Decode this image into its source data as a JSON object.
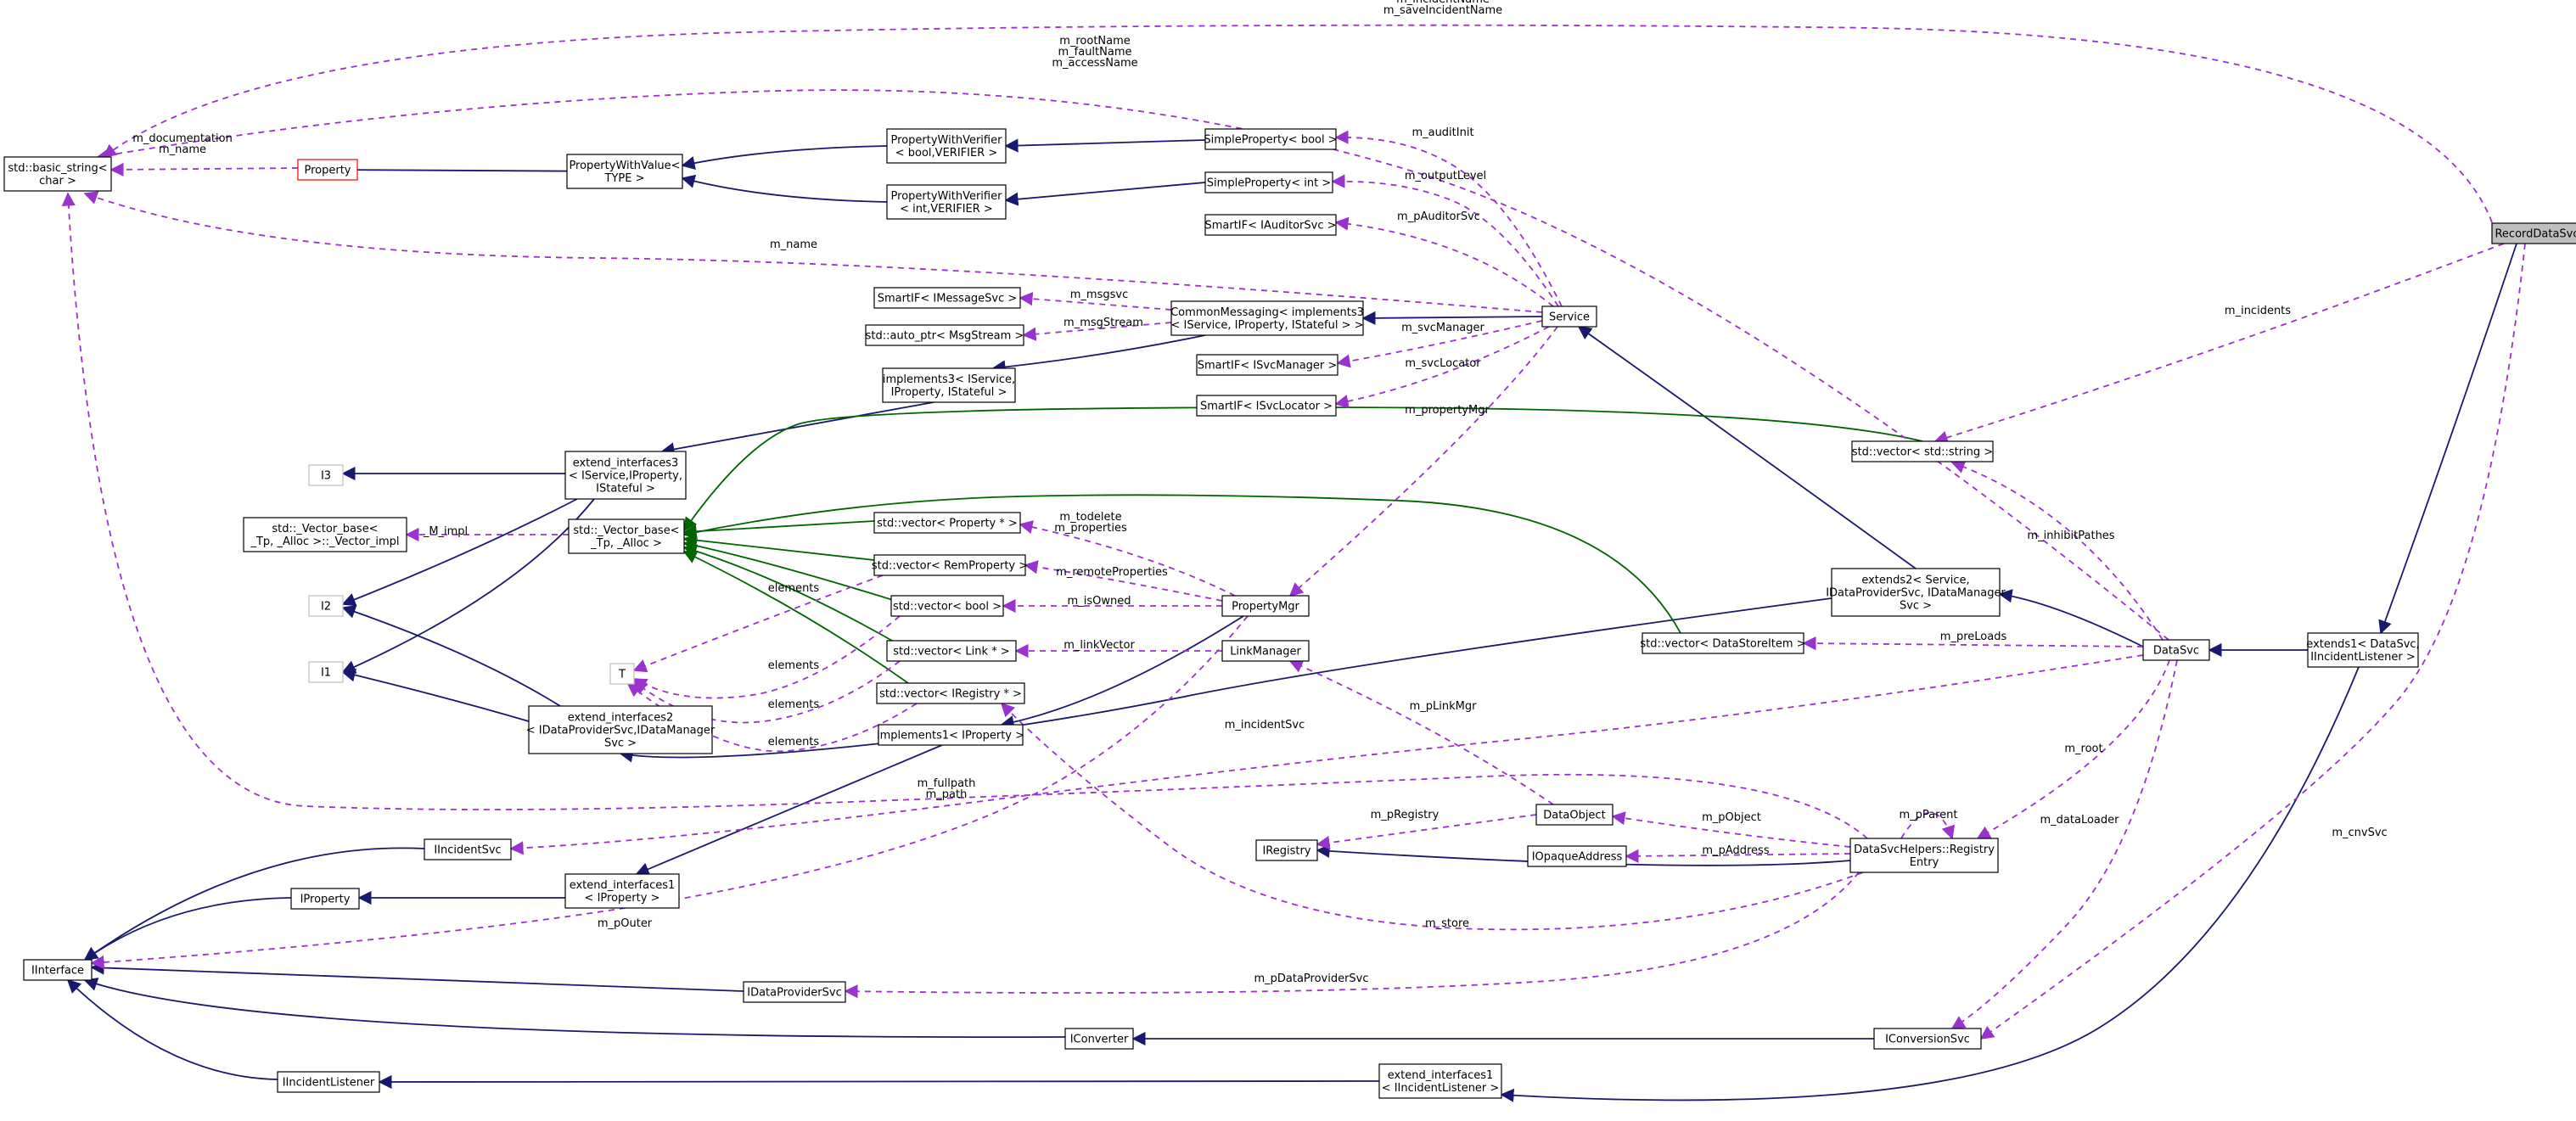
{
  "nodes": [
    {
      "id": "RecordDataSvc",
      "lines": [
        "RecordDataSvc"
      ],
      "style": "focus"
    },
    {
      "id": "basic_string",
      "lines": [
        "std::basic_string<",
        "char >"
      ]
    },
    {
      "id": "Property",
      "lines": [
        "Property"
      ],
      "style": "red"
    },
    {
      "id": "PropertyWithValue",
      "lines": [
        "PropertyWithValue<",
        "TYPE >"
      ]
    },
    {
      "id": "PWV_bool",
      "lines": [
        "PropertyWithVerifier",
        "< bool,VERIFIER >"
      ]
    },
    {
      "id": "PWV_int",
      "lines": [
        "PropertyWithVerifier",
        "< int,VERIFIER >"
      ]
    },
    {
      "id": "SP_bool",
      "lines": [
        "SimpleProperty< bool >"
      ]
    },
    {
      "id": "SP_int",
      "lines": [
        "SimpleProperty< int >"
      ]
    },
    {
      "id": "SIF_Auditor",
      "lines": [
        "SmartIF< IAuditorSvc >"
      ]
    },
    {
      "id": "SIF_Message",
      "lines": [
        "SmartIF< IMessageSvc >"
      ]
    },
    {
      "id": "auto_ptr",
      "lines": [
        "std::auto_ptr< MsgStream >"
      ]
    },
    {
      "id": "CommonMessaging",
      "lines": [
        "CommonMessaging< implements3",
        "< IService, IProperty, IStateful > >"
      ]
    },
    {
      "id": "Service",
      "lines": [
        "Service"
      ]
    },
    {
      "id": "SIF_SvcManager",
      "lines": [
        "SmartIF< ISvcManager >"
      ]
    },
    {
      "id": "SIF_SvcLocator",
      "lines": [
        "SmartIF< ISvcLocator >"
      ]
    },
    {
      "id": "implements3",
      "lines": [
        "implements3< IService,",
        "IProperty, IStateful >"
      ]
    },
    {
      "id": "I3",
      "lines": [
        "I3"
      ],
      "style": "grey"
    },
    {
      "id": "extend_interfaces3",
      "lines": [
        "extend_interfaces3",
        "< IService,IProperty,",
        "IStateful >"
      ]
    },
    {
      "id": "vector_string",
      "lines": [
        "std::vector< std::string >"
      ]
    },
    {
      "id": "Vector_impl",
      "lines": [
        "std::_Vector_base<",
        "_Tp, _Alloc >::_Vector_impl"
      ]
    },
    {
      "id": "Vector_base",
      "lines": [
        "std::_Vector_base<",
        "_Tp, _Alloc >"
      ]
    },
    {
      "id": "vec_Property",
      "lines": [
        "std::vector< Property * >"
      ]
    },
    {
      "id": "vec_RemProperty",
      "lines": [
        "std::vector< RemProperty >"
      ]
    },
    {
      "id": "I2",
      "lines": [
        "I2"
      ],
      "style": "grey"
    },
    {
      "id": "vec_bool",
      "lines": [
        "std::vector< bool >"
      ]
    },
    {
      "id": "PropertyMgr",
      "lines": [
        "PropertyMgr"
      ]
    },
    {
      "id": "extends2",
      "lines": [
        "extends2< Service,",
        "IDataProviderSvc, IDataManager",
        "Svc >"
      ]
    },
    {
      "id": "T",
      "lines": [
        "T"
      ],
      "style": "grey"
    },
    {
      "id": "vec_Link",
      "lines": [
        "std::vector< Link * >"
      ]
    },
    {
      "id": "LinkManager",
      "lines": [
        "LinkManager"
      ]
    },
    {
      "id": "vec_DataStoreItem",
      "lines": [
        "std::vector< DataStoreItem >"
      ]
    },
    {
      "id": "DataSvc",
      "lines": [
        "DataSvc"
      ]
    },
    {
      "id": "extends1",
      "lines": [
        "extends1< DataSvc,",
        "IIncidentListener >"
      ]
    },
    {
      "id": "I1",
      "lines": [
        "I1"
      ],
      "style": "grey"
    },
    {
      "id": "vec_IRegistry",
      "lines": [
        "std::vector< IRegistry * >"
      ]
    },
    {
      "id": "extend_interfaces2",
      "lines": [
        "extend_interfaces2",
        "< IDataProviderSvc,IDataManager",
        "Svc >"
      ]
    },
    {
      "id": "implements1",
      "lines": [
        "implements1< IProperty >"
      ]
    },
    {
      "id": "IIncidentSvc",
      "lines": [
        "IIncidentSvc"
      ]
    },
    {
      "id": "DataObject",
      "lines": [
        "DataObject"
      ]
    },
    {
      "id": "IRegistry",
      "lines": [
        "IRegistry"
      ]
    },
    {
      "id": "IOpaqueAddress",
      "lines": [
        "IOpaqueAddress"
      ]
    },
    {
      "id": "RegistryEntry",
      "lines": [
        "DataSvcHelpers::Registry",
        "Entry"
      ]
    },
    {
      "id": "IProperty",
      "lines": [
        "IProperty"
      ]
    },
    {
      "id": "extend_interfaces1_prop",
      "lines": [
        "extend_interfaces1",
        "< IProperty >"
      ]
    },
    {
      "id": "IInterface",
      "lines": [
        "IInterface"
      ]
    },
    {
      "id": "IDataProviderSvc",
      "lines": [
        "IDataProviderSvc"
      ]
    },
    {
      "id": "IConverter",
      "lines": [
        "IConverter"
      ]
    },
    {
      "id": "IConversionSvc",
      "lines": [
        "IConversionSvc"
      ]
    },
    {
      "id": "IIncidentListener",
      "lines": [
        "IIncidentListener"
      ]
    },
    {
      "id": "extend_interfaces1_inc",
      "lines": [
        "extend_interfaces1",
        "< IIncidentListener >"
      ]
    }
  ],
  "edges": [
    {
      "from": "Property",
      "to": "PropertyWithValue",
      "kind": "inherit"
    },
    {
      "from": "PWV_bool",
      "to": "PropertyWithValue",
      "kind": "inherit"
    },
    {
      "from": "PWV_int",
      "to": "PropertyWithValue",
      "kind": "inherit"
    },
    {
      "from": "SP_bool",
      "to": "PWV_bool",
      "kind": "inherit"
    },
    {
      "from": "SP_int",
      "to": "PWV_int",
      "kind": "inherit"
    },
    {
      "from": "Service",
      "to": "CommonMessaging",
      "kind": "inherit"
    },
    {
      "from": "CommonMessaging",
      "to": "implements3",
      "kind": "inherit"
    },
    {
      "from": "implements3",
      "to": "extend_interfaces3",
      "kind": "inherit"
    },
    {
      "from": "extend_interfaces3",
      "to": "I3",
      "kind": "inherit"
    },
    {
      "from": "extend_interfaces3",
      "to": "I2",
      "kind": "inherit"
    },
    {
      "from": "extend_interfaces3",
      "to": "I1",
      "kind": "inherit"
    },
    {
      "from": "extend_interfaces2",
      "to": "I2",
      "kind": "inherit"
    },
    {
      "from": "extend_interfaces2",
      "to": "I1",
      "kind": "inherit"
    },
    {
      "from": "extends2",
      "to": "Service",
      "kind": "inherit"
    },
    {
      "from": "extends2",
      "to": "extend_interfaces2",
      "kind": "inherit"
    },
    {
      "from": "DataSvc",
      "to": "extends2",
      "kind": "inherit"
    },
    {
      "from": "extends1",
      "to": "DataSvc",
      "kind": "inherit"
    },
    {
      "from": "RecordDataSvc",
      "to": "extends1",
      "kind": "inherit"
    },
    {
      "from": "extends1",
      "to": "extend_interfaces1_inc",
      "kind": "inherit"
    },
    {
      "from": "PropertyMgr",
      "to": "implements1",
      "kind": "inherit"
    },
    {
      "from": "implements1",
      "to": "extend_interfaces1_prop",
      "kind": "inherit"
    },
    {
      "from": "extend_interfaces1_prop",
      "to": "IProperty",
      "kind": "inherit"
    },
    {
      "from": "IIncidentSvc",
      "to": "IInterface",
      "kind": "inherit"
    },
    {
      "from": "IProperty",
      "to": "IInterface",
      "kind": "inherit"
    },
    {
      "from": "IDataProviderSvc",
      "to": "IInterface",
      "kind": "inherit"
    },
    {
      "from": "IConverter",
      "to": "IInterface",
      "kind": "inherit"
    },
    {
      "from": "IIncidentListener",
      "to": "IInterface",
      "kind": "inherit"
    },
    {
      "from": "IConversionSvc",
      "to": "IConverter",
      "kind": "inherit"
    },
    {
      "from": "RegistryEntry",
      "to": "IRegistry",
      "kind": "inherit"
    },
    {
      "from": "extend_interfaces1_inc",
      "to": "IIncidentListener",
      "kind": "inherit"
    },
    {
      "from": "vector_string",
      "to": "Vector_base",
      "kind": "tmpl"
    },
    {
      "from": "vec_Property",
      "to": "Vector_base",
      "kind": "tmpl"
    },
    {
      "from": "vec_RemProperty",
      "to": "Vector_base",
      "kind": "tmpl"
    },
    {
      "from": "vec_bool",
      "to": "Vector_base",
      "kind": "tmpl"
    },
    {
      "from": "vec_Link",
      "to": "Vector_base",
      "kind": "tmpl"
    },
    {
      "from": "vec_IRegistry",
      "to": "Vector_base",
      "kind": "tmpl"
    },
    {
      "from": "vec_DataStoreItem",
      "to": "Vector_base",
      "kind": "tmpl"
    },
    {
      "from": "Property",
      "to": "basic_string",
      "kind": "use",
      "label": "m_documentation\nm_name"
    },
    {
      "from": "Service",
      "to": "basic_string",
      "kind": "use",
      "label": "m_name"
    },
    {
      "from": "RecordDataSvc",
      "to": "basic_string",
      "kind": "use",
      "label": "m_persSvcName\nm_incidentName\nm_saveIncidentName"
    },
    {
      "from": "DataSvc",
      "to": "basic_string",
      "kind": "use",
      "label": "m_rootName\nm_faultName\nm_accessName"
    },
    {
      "from": "RegistryEntry",
      "to": "basic_string",
      "kind": "use",
      "label": "m_fullpath\nm_path"
    },
    {
      "from": "Service",
      "to": "SP_bool",
      "kind": "use",
      "label": "m_auditInit"
    },
    {
      "from": "Service",
      "to": "SP_int",
      "kind": "use",
      "label": "m_outputLevel"
    },
    {
      "from": "Service",
      "to": "SIF_Auditor",
      "kind": "use",
      "label": "m_pAuditorSvc"
    },
    {
      "from": "CommonMessaging",
      "to": "SIF_Message",
      "kind": "use",
      "label": "m_msgsvc"
    },
    {
      "from": "CommonMessaging",
      "to": "auto_ptr",
      "kind": "use",
      "label": "m_msgStream"
    },
    {
      "from": "Service",
      "to": "SIF_SvcManager",
      "kind": "use",
      "label": "m_svcManager"
    },
    {
      "from": "Service",
      "to": "SIF_SvcLocator",
      "kind": "use",
      "label": "m_svcLocator"
    },
    {
      "from": "Service",
      "to": "PropertyMgr",
      "kind": "use",
      "label": "m_propertyMgr"
    },
    {
      "from": "RecordDataSvc",
      "to": "vector_string",
      "kind": "use",
      "label": "m_incidents"
    },
    {
      "from": "DataSvc",
      "to": "vector_string",
      "kind": "use",
      "label": "m_inhibitPathes"
    },
    {
      "from": "Vector_base",
      "to": "Vector_impl",
      "kind": "use",
      "label": "_M_impl"
    },
    {
      "from": "PropertyMgr",
      "to": "vec_Property",
      "kind": "use",
      "label": "m_todelete\nm_properties"
    },
    {
      "from": "PropertyMgr",
      "to": "vec_RemProperty",
      "kind": "use",
      "label": "m_remoteProperties"
    },
    {
      "from": "PropertyMgr",
      "to": "vec_bool",
      "kind": "use",
      "label": "m_isOwned"
    },
    {
      "from": "vec_RemProperty",
      "to": "T",
      "kind": "use",
      "label": "elements"
    },
    {
      "from": "vec_bool",
      "to": "T",
      "kind": "use",
      "label": "elements"
    },
    {
      "from": "vec_Link",
      "to": "T",
      "kind": "use",
      "label": "elements"
    },
    {
      "from": "vec_IRegistry",
      "to": "T",
      "kind": "use",
      "label": "elements"
    },
    {
      "from": "LinkManager",
      "to": "vec_Link",
      "kind": "use",
      "label": "m_linkVector"
    },
    {
      "from": "DataSvc",
      "to": "vec_DataStoreItem",
      "kind": "use",
      "label": "m_preLoads"
    },
    {
      "from": "DataObject",
      "to": "LinkManager",
      "kind": "use",
      "label": "m_pLinkMgr"
    },
    {
      "from": "DataSvc",
      "to": "IIncidentSvc",
      "kind": "use",
      "label": "m_incidentSvc"
    },
    {
      "from": "DataObject",
      "to": "IRegistry",
      "kind": "use",
      "label": "m_pRegistry"
    },
    {
      "from": "RegistryEntry",
      "to": "DataObject",
      "kind": "use",
      "label": "m_pObject"
    },
    {
      "from": "RegistryEntry",
      "to": "IOpaqueAddress",
      "kind": "use",
      "label": "m_pAddress"
    },
    {
      "from": "RegistryEntry",
      "to": "RegistryEntry",
      "kind": "use",
      "label": "m_pParent"
    },
    {
      "from": "DataSvc",
      "to": "RegistryEntry",
      "kind": "use",
      "label": "m_root"
    },
    {
      "from": "RegistryEntry",
      "to": "vec_IRegistry",
      "kind": "use",
      "label": "m_store"
    },
    {
      "from": "PropertyMgr",
      "to": "IInterface",
      "kind": "use",
      "label": "m_pOuter"
    },
    {
      "from": "RegistryEntry",
      "to": "IDataProviderSvc",
      "kind": "use",
      "label": "m_pDataProviderSvc"
    },
    {
      "from": "DataSvc",
      "to": "IConversionSvc",
      "kind": "use",
      "label": "m_dataLoader"
    },
    {
      "from": "RecordDataSvc",
      "to": "IConversionSvc",
      "kind": "use",
      "label": "m_cnvSvc"
    }
  ]
}
